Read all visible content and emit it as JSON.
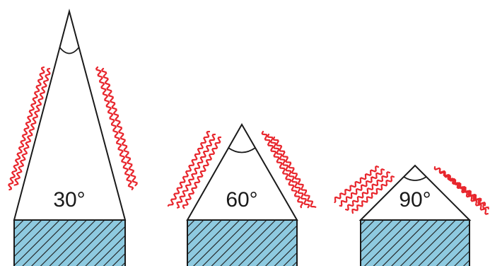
{
  "colors": {
    "outline": "#1a1a1a",
    "wave": "#e8262d",
    "block_fill": "#8ecae0",
    "hatch": "#1a1a1a"
  },
  "figures": [
    {
      "id": "thirty",
      "label": "30°"
    },
    {
      "id": "sixty",
      "label": "60°"
    },
    {
      "id": "ninety",
      "label": "90°"
    }
  ]
}
